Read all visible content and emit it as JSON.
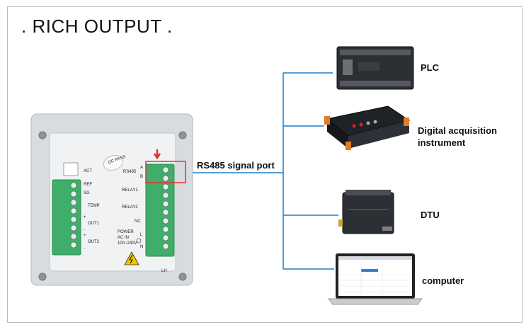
{
  "title": ". RICH OUTPUT .",
  "signal_port_label": "RS485 signal port",
  "outputs": [
    {
      "id": "plc",
      "label": "PLC",
      "icon": "plc-icon"
    },
    {
      "id": "daq",
      "label": "Digital acquisition\ninstrument",
      "icon": "acquisition-instrument-icon"
    },
    {
      "id": "dtu",
      "label": "DTU",
      "icon": "dtu-icon"
    },
    {
      "id": "computer",
      "label": "computer",
      "icon": "laptop-icon"
    }
  ],
  "device": {
    "stamp": "QC PASS",
    "left_terminals": [
      "ACT",
      "REF",
      "SG",
      "TEMP",
      "+",
      "OUT1",
      "-",
      "+",
      "OUT2",
      "-"
    ],
    "right_terminals": [
      "A",
      "RS485",
      "B",
      "RELAY1",
      "RELAY2",
      "NC",
      "POWER",
      "AC IN",
      "100~240V",
      "L",
      "N"
    ],
    "model": "LH"
  },
  "colors": {
    "connector_line": "#1a7fc9",
    "highlight_box": "#e0302b",
    "terminal_green": "#3fae6a",
    "enclosure": "#d9dcdf"
  }
}
